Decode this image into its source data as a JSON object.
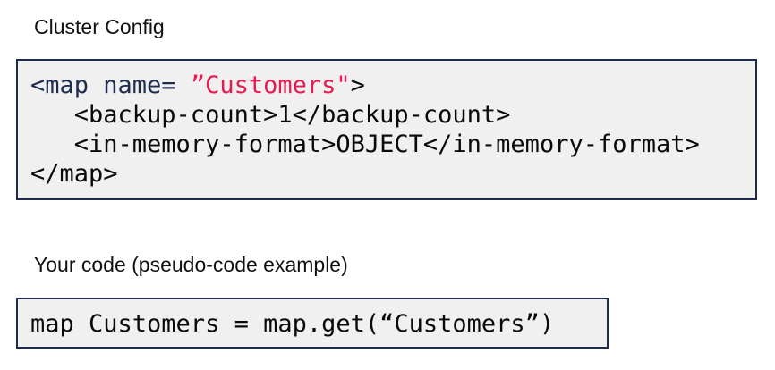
{
  "colors": {
    "code_background": "#f0f0f0",
    "code_border": "#1e2c4f",
    "xml_tag_navy": "#1e2c4f",
    "attribute_red": "#e81a4f",
    "code_text": "#0a0a0a",
    "heading_text": "#111111"
  },
  "cluster_config": {
    "heading": "Cluster Config",
    "code": {
      "line1_open": "<map name= ",
      "line1_value": "”Customers\"",
      "line1_close": ">",
      "line2": "   <backup-count>1</backup-count>",
      "line3": "   <in-memory-format>OBJECT</in-memory-format>",
      "line4": "</map>"
    }
  },
  "your_code": {
    "heading": "Your code (pseudo-code example)",
    "code_line": "map Customers = map.get(“Customers”)"
  }
}
